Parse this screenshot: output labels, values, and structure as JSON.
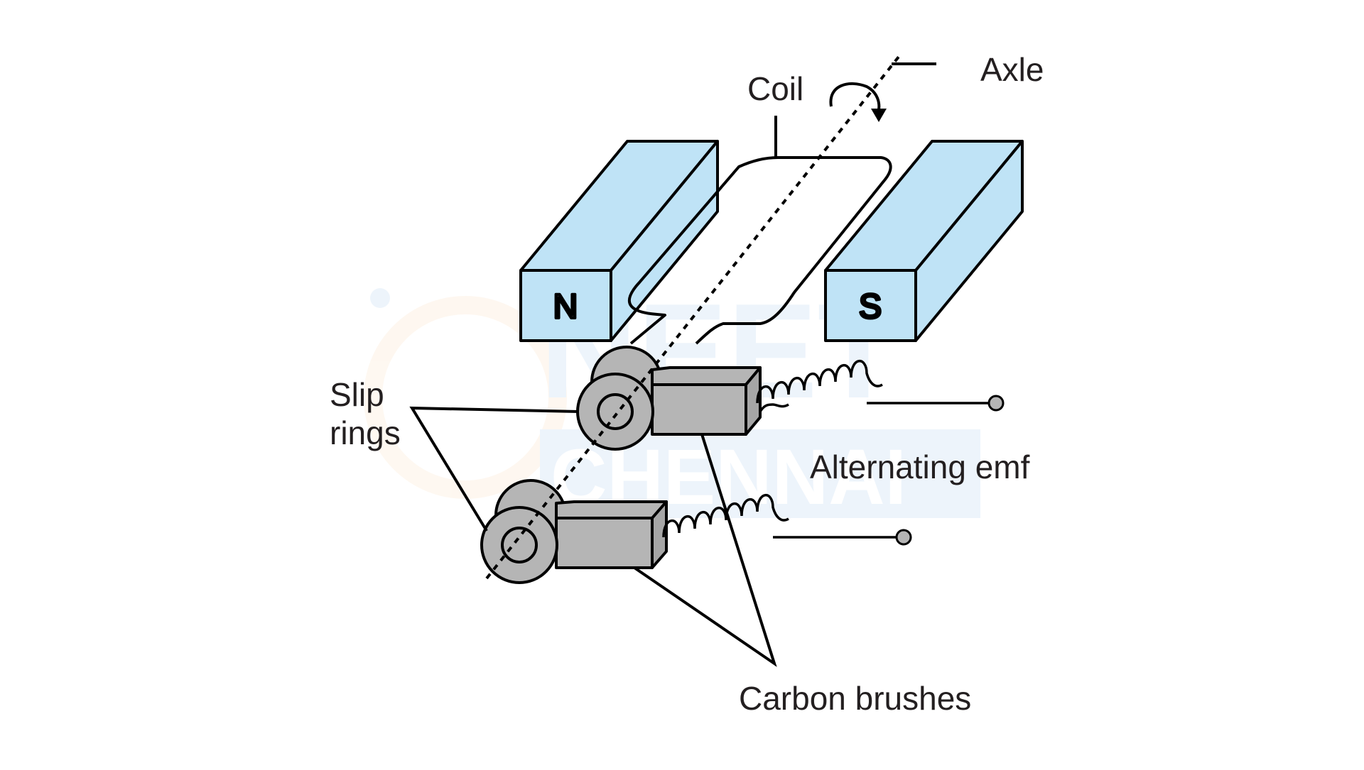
{
  "labels": {
    "axle": "Axle",
    "coil": "Coil",
    "north_pole": "N",
    "south_pole": "S",
    "slip_rings_line1": "Slip",
    "slip_rings_line2": "rings",
    "alternating_emf": "Alternating emf",
    "carbon_brushes": "Carbon brushes"
  },
  "watermark": {
    "text_top": "NEET",
    "text_bottom": "CHENNAI"
  },
  "colors": {
    "magnet_fill": "#bfe3f6",
    "ring_fill": "#b5b5b5",
    "brush_fill": "#b5b5b5",
    "stroke": "#000000",
    "watermark_blue": "#2f7fd0",
    "watermark_orange": "#f6a24a"
  }
}
